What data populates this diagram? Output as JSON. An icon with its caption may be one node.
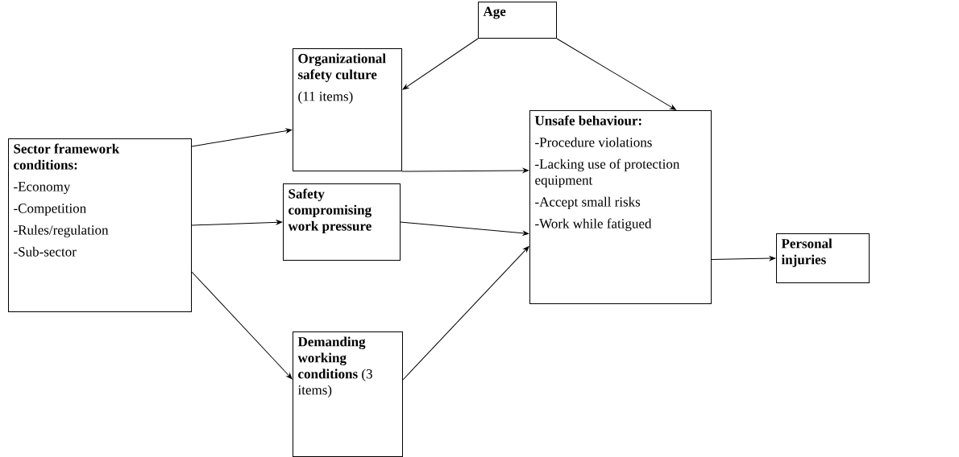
{
  "diagram": {
    "nodes": [
      {
        "text": [
          "Sector framework conditions:",
          "-Economy",
          "-Competition",
          "-Rules/regulation",
          "-Sub-sector"
        ]
      },
      {
        "text": [
          "Organizational safety culture",
          "(11 items)"
        ]
      },
      {
        "text": [
          "Age"
        ]
      },
      {
        "text": [
          "Safety compromising work pressure"
        ]
      },
      {
        "text": [
          "**Demanding working conditions** (3 items)"
        ]
      },
      {
        "text": [
          "Unsafe behaviour:",
          "-Procedure violations",
          "-Lacking use of protection equipment",
          "-Accept small risks",
          "-Work while fatigued"
        ]
      },
      {
        "text": [
          "Personal injuries"
        ]
      }
    ],
    "edges": [
      {
        "from": 0,
        "to": 1,
        "arrow": "to"
      },
      {
        "from": 0,
        "to": 3,
        "arrow": "to"
      },
      {
        "from": 0,
        "to": 4,
        "arrow": "to"
      },
      {
        "from": 2,
        "to": 1,
        "arrow": "to"
      },
      {
        "from": 2,
        "to": 5,
        "arrow": "to"
      },
      {
        "from": 1,
        "to": 5,
        "arrow": "to"
      },
      {
        "from": 3,
        "to": 5,
        "arrow": "to"
      },
      {
        "from": 4,
        "to": 5,
        "arrow": "to"
      },
      {
        "from": 5,
        "to": 6,
        "arrow": "to"
      }
    ]
  }
}
